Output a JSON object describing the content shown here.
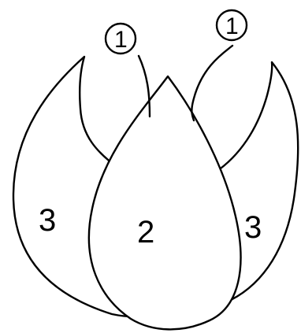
{
  "diagram": {
    "labels": {
      "center_petal": "2",
      "left_petal": "3",
      "right_petal": "3",
      "left_callout": "1",
      "right_callout": "1"
    },
    "colors": {
      "stroke": "#000000",
      "fill": "#ffffff",
      "background": "#ffffff"
    }
  }
}
